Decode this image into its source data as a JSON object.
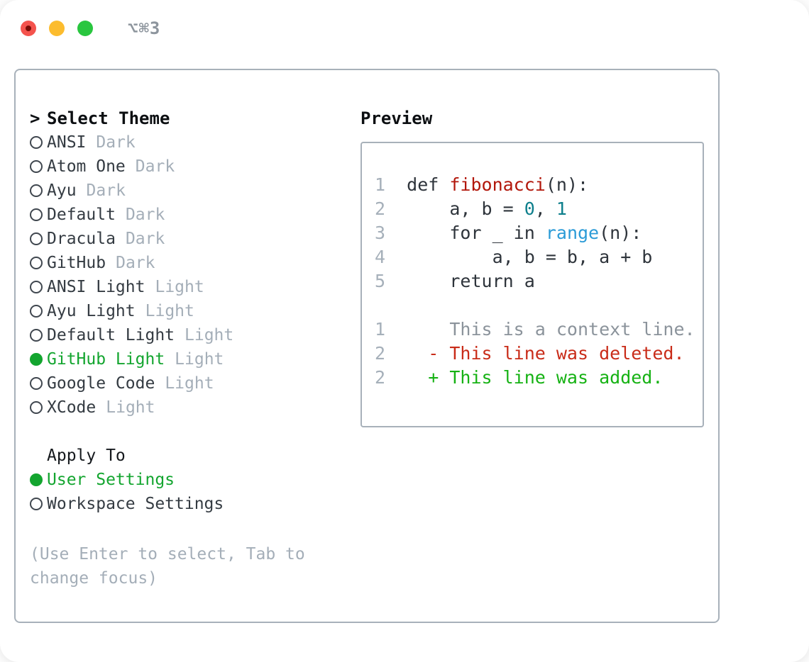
{
  "window": {
    "title": "⌥⌘3",
    "traffic_lights": [
      "close",
      "minimize",
      "zoom"
    ]
  },
  "theme_panel": {
    "prompt": ">",
    "title": "Select Theme",
    "themes": [
      {
        "name": "ANSI",
        "variant": "Dark",
        "selected": false
      },
      {
        "name": "Atom One",
        "variant": "Dark",
        "selected": false
      },
      {
        "name": "Ayu",
        "variant": "Dark",
        "selected": false
      },
      {
        "name": "Default",
        "variant": "Dark",
        "selected": false
      },
      {
        "name": "Dracula",
        "variant": "Dark",
        "selected": false
      },
      {
        "name": "GitHub",
        "variant": "Dark",
        "selected": false
      },
      {
        "name": "ANSI Light",
        "variant": "Light",
        "selected": false
      },
      {
        "name": "Ayu Light",
        "variant": "Light",
        "selected": false
      },
      {
        "name": "Default Light",
        "variant": "Light",
        "selected": false
      },
      {
        "name": "GitHub Light",
        "variant": "Light",
        "selected": true
      },
      {
        "name": "Google Code",
        "variant": "Light",
        "selected": false
      },
      {
        "name": "XCode",
        "variant": "Light",
        "selected": false
      }
    ],
    "apply_to": {
      "label": "Apply To",
      "options": [
        {
          "label": "User Settings",
          "selected": true
        },
        {
          "label": "Workspace Settings",
          "selected": false
        }
      ]
    },
    "hint": "(Use Enter to select, Tab to change focus)"
  },
  "preview": {
    "label": "Preview",
    "lines": [
      [
        [
          "ln",
          "1"
        ],
        [
          "pl",
          "  def "
        ],
        [
          "fn",
          "fibonacci"
        ],
        [
          "pl",
          "(n):"
        ]
      ],
      [
        [
          "ln",
          "2"
        ],
        [
          "pl",
          "      a, b = "
        ],
        [
          "num",
          "0"
        ],
        [
          "pl",
          ", "
        ],
        [
          "num",
          "1"
        ]
      ],
      [
        [
          "ln",
          "3"
        ],
        [
          "pl",
          "      for _ in "
        ],
        [
          "bi",
          "range"
        ],
        [
          "pl",
          "(n):"
        ]
      ],
      [
        [
          "ln",
          "4"
        ],
        [
          "pl",
          "          a, b = b, a + b"
        ]
      ],
      [
        [
          "ln",
          "5"
        ],
        [
          "pl",
          "      return a"
        ]
      ],
      [],
      [
        [
          "ln",
          "1"
        ],
        [
          "ctx",
          "      This is a context line."
        ]
      ],
      [
        [
          "ln",
          "2"
        ],
        [
          "del",
          "    - This line was deleted."
        ]
      ],
      [
        [
          "ln",
          "2"
        ],
        [
          "add",
          "    + This line was added."
        ]
      ]
    ]
  },
  "colors": {
    "selection_green": "#13a52f",
    "diff_added_green": "#16b214",
    "diff_deleted_red": "#c92c19",
    "function_red": "#b2170b",
    "number_teal": "#0e7f8c",
    "builtin_blue": "#2b9bd7",
    "muted_gray": "#a4aeb8",
    "text_dark": "#2e343b",
    "border_gray": "#a8b1ba",
    "traffic_red": "#f4534d",
    "traffic_yellow": "#fcbc2e",
    "traffic_green": "#29c63f"
  }
}
